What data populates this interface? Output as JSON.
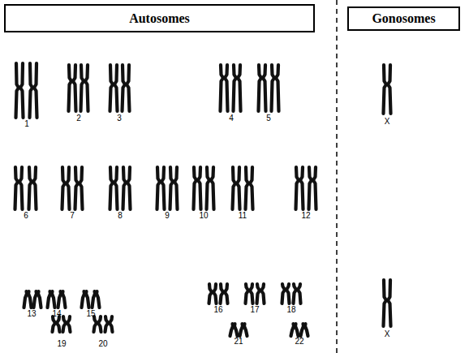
{
  "diagram": {
    "nodes": [
      {
        "text": [
          "Autosomes"
        ]
      },
      {
        "text": [
          "Gonosomes"
        ]
      }
    ],
    "labels": [
      "1",
      "2",
      "3",
      "4",
      "5",
      "6",
      "7",
      "8",
      "9",
      "10",
      "11",
      "12",
      "13",
      "14",
      "15",
      "16",
      "17",
      "18",
      "19",
      "20",
      "21",
      "22",
      "X",
      "X"
    ]
  }
}
